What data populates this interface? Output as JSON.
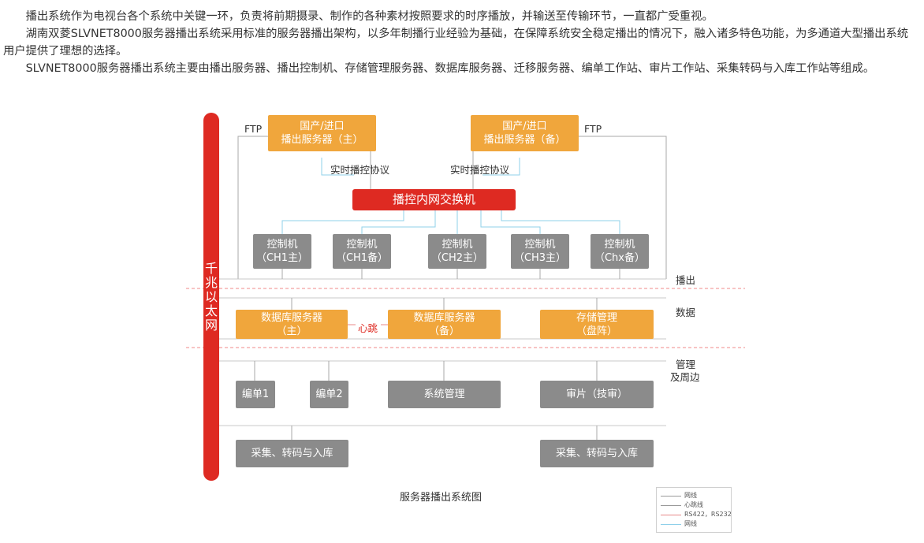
{
  "intro": {
    "p1": "播出系统作为电视台各个系统中关键一环，负责将前期摄录、制作的各种素材按照要求的时序播放，并输送至传输环节，一直都广受重视。",
    "p2": "湖南双菱SLVNET8000服务器播出系统采用标准的服务器播出架构，以多年制播行业经验为基础，在保障系统安全稳定播出的情况下，融入诸多特色功能，为多通道大型播出系统用户提供了理想的选择。",
    "p3": "SLVNET8000服务器播出系统主要由播出服务器、播出控制机、存储管理服务器、数据库服务器、迁移服务器、编单工作站、审片工作站、采集转码与入库工作站等组成。"
  },
  "diagram": {
    "bus_label": "千兆以太网",
    "ftp_left": "FTP",
    "ftp_right": "FTP",
    "server_main": [
      "国产/进口",
      "播出服务器（主）"
    ],
    "server_backup": [
      "国产/进口",
      "播出服务器（备）"
    ],
    "protocol_left": "实时播控协议",
    "protocol_right": "实时播控协议",
    "switch": "播控内网交换机",
    "controllers": [
      [
        "控制机",
        "（CH1主）"
      ],
      [
        "控制机",
        "（CH1备）"
      ],
      [
        "控制机",
        "（CH2主）"
      ],
      [
        "控制机",
        "（CH3主）"
      ],
      [
        "控制机",
        "（Chx备）"
      ]
    ],
    "db_main": [
      "数据库服务器",
      "（主）"
    ],
    "heartbeat": "心跳",
    "db_backup": [
      "数据库服务器",
      "（备）"
    ],
    "storage": [
      "存储管理",
      "（盘阵）"
    ],
    "edit1": "编单1",
    "edit2": "编单2",
    "sysmgmt": "系统管理",
    "review": "审片（技审）",
    "capture_left": "采集、转码与入库",
    "capture_right": "采集、转码与入库",
    "zones": {
      "broadcast": "播出",
      "data": "数据",
      "mgmt_line1": "管理",
      "mgmt_line2": "及周边"
    },
    "caption": "服务器播出系统图",
    "legend": [
      {
        "text": "网线",
        "color": "#999999"
      },
      {
        "text": "心跳线",
        "color": "#999999"
      },
      {
        "text": "RS422，RS232",
        "color": "#e88a8a"
      },
      {
        "text": "网线",
        "color": "#8fd0ea"
      }
    ]
  }
}
